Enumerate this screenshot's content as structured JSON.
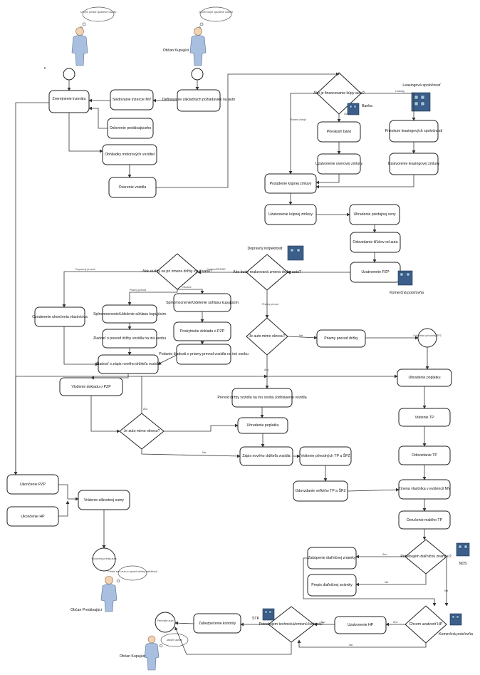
{
  "actors": {
    "seller_top_label": "c",
    "seller_top_bubble": "Chcem predať ojazdené vozidlo",
    "buyer_top_label": "Občan Kupujúci",
    "buyer_top_bubble": "Chcem kúpiť ojazdené vozidlo",
    "bank_label": "Banka",
    "leasing_label": "Leasingová spoločnosť",
    "dopravny_label": "Dopravný inšpektorát",
    "komercna_label": "Komerčná poisťovňa",
    "nds_label": "NDS",
    "komercna2_label": "Komerčná poisťovňa",
    "stk_label": "STK",
    "seller_bottom_label": "Občan Predávajúci",
    "seller_bottom_bubble": "Predal som auto a vybavil všetky náležitosti",
    "buyer_bottom_label": "Občan Kupujúci",
    "buyer_bottom_bubble": "Jazdím autom"
  },
  "events": {
    "ukonceny_predaj": "Ukončený predaj auta",
    "prevzatie_auta": "Prevzatie auta",
    "odoslanie_povodnej_spz": "Odoslanie pôvodnej ŠPZ"
  },
  "tasks": {
    "zverejnenie": "Zverejnenie inzerátu",
    "sledovanie": "Sledovanie inzercie MV",
    "definovanie": "Definovanie základných požiadaviek na auto",
    "oslovenie": "Oslovenie predávajúceho",
    "obhliadky": "Obhliadky motorových vozidiel",
    "overenie": "Overenie vozidla",
    "prieskum_bank": "Prieskum bánk",
    "uzatvorenie_uverovej": "Uzatvorenie úverovej zmluvy",
    "prieskum_leasing": "Prieskum leasingových spoločností",
    "uzatvorenie_leasing": "Uzatvorenie leasingovej zmluvy",
    "posudenie": "Posúdenie kúpnej zmluvy",
    "uzatvorenie_kupnej": "Uzatvorenie kúpnej zmluvy",
    "uhradenie_ceny": "Uhradenie predajnej ceny",
    "odovzdanie_klucov": "Odovzdanie kľúčov od auta",
    "uzatvorenie_pzp": "Uzatvorenie PZP",
    "oznamenie": "Oznámenie ukončenia vlastníctva",
    "splnomocnenie1": "Splnomocnenie/Udelenie súhlasu kupujúcim",
    "splnomocnenie2": "Splnomocnenie/Udelenie súhlasu kupujúcim",
    "ziadost_prevod": "Žiadosť o prevod držby vozidla na inú osobu",
    "poskytnutie_pzp": "Poskytnutie dokladu o PZP",
    "podanie_ziadosti": "Podanie žiadosti o priamy prevod vozidla na inú osobu",
    "ziadost_zapis": "Žiadosť o zápis nového držiteľa vozidla",
    "vlozenie_pzp": "Vloženie dokladu o PZP",
    "priamy_prevod": "Priamy prevod držby",
    "uhradenie_poplatku_r": "Uhradenie poplatku",
    "prevod_drzby": "Prevod držby vozidla na inú osobu (odhlásenie vozidla",
    "uhradenie_poplatku_m": "Uhradenie poplatku",
    "vratenie_tp": "Vrátenie TP",
    "zapis_drzitela": "Zápis nového držiteľa vozidla",
    "vratenie_povodnych": "Vrátenie pôvodných TP a ŠPZ",
    "odovzdanie_tp": "Odovzdanie TP",
    "odovzdanie_velkeho": "Odovzdanie veľkého TP a ŠPZ",
    "zmena_vlastnika": "Zmena vlastníka v evidencii MV",
    "dorucenie": "Doručenie malého TP",
    "ukoncenie_pzp": "Ukončenie PZP",
    "ukoncenie_hp": "Ukončenie HP",
    "vratenie_sumy": "Vrátenie alikvotnej sumy",
    "zakupenie_znamky": "Zakúpenie diaľničnej známky",
    "prepis_znamky": "Prepis diaľničnej známky",
    "uzatvorenie_hp": "Uzatvorenie HP",
    "zabezpecenie": "Zabezpečenie kontroly"
  },
  "gateways": {
    "financovanie": "Ako je financovanie kúpy auta?",
    "sluzby": "Aké služby sa pri zmene držby využívané?",
    "realizovana": "Ako bude realizovaná zmena držby auta?",
    "mimo_okresu_c": "Je auto mimo okresu?",
    "mimo_okresu_l": "Je auto mimo okresu?",
    "znamka": "Potrebujem diaľničnú známku?",
    "hp": "Chcem uzatvoriť HP",
    "technicka": "Potrebujem technickú/emisnú kontrolu?"
  },
  "edge_labels": {
    "vlastne_zdroje": "Vlastné zdroje",
    "uver": "Úver",
    "leasing": "Leasing",
    "dopravny_prevod": "Dopravný prevod",
    "priamy": "Priamy prevod",
    "osobne_dpmsd": "Osobne/DPMSD",
    "osobne": "Osobne",
    "nie1": "Nie",
    "ano1": "Áno",
    "ano2": "Áno",
    "nie2": "Nie",
    "ano3": "Áno",
    "nie3": "Nie",
    "nie4": "Nie",
    "ano4": "Áno",
    "ano5": "Áno",
    "nie5": "Nie"
  }
}
